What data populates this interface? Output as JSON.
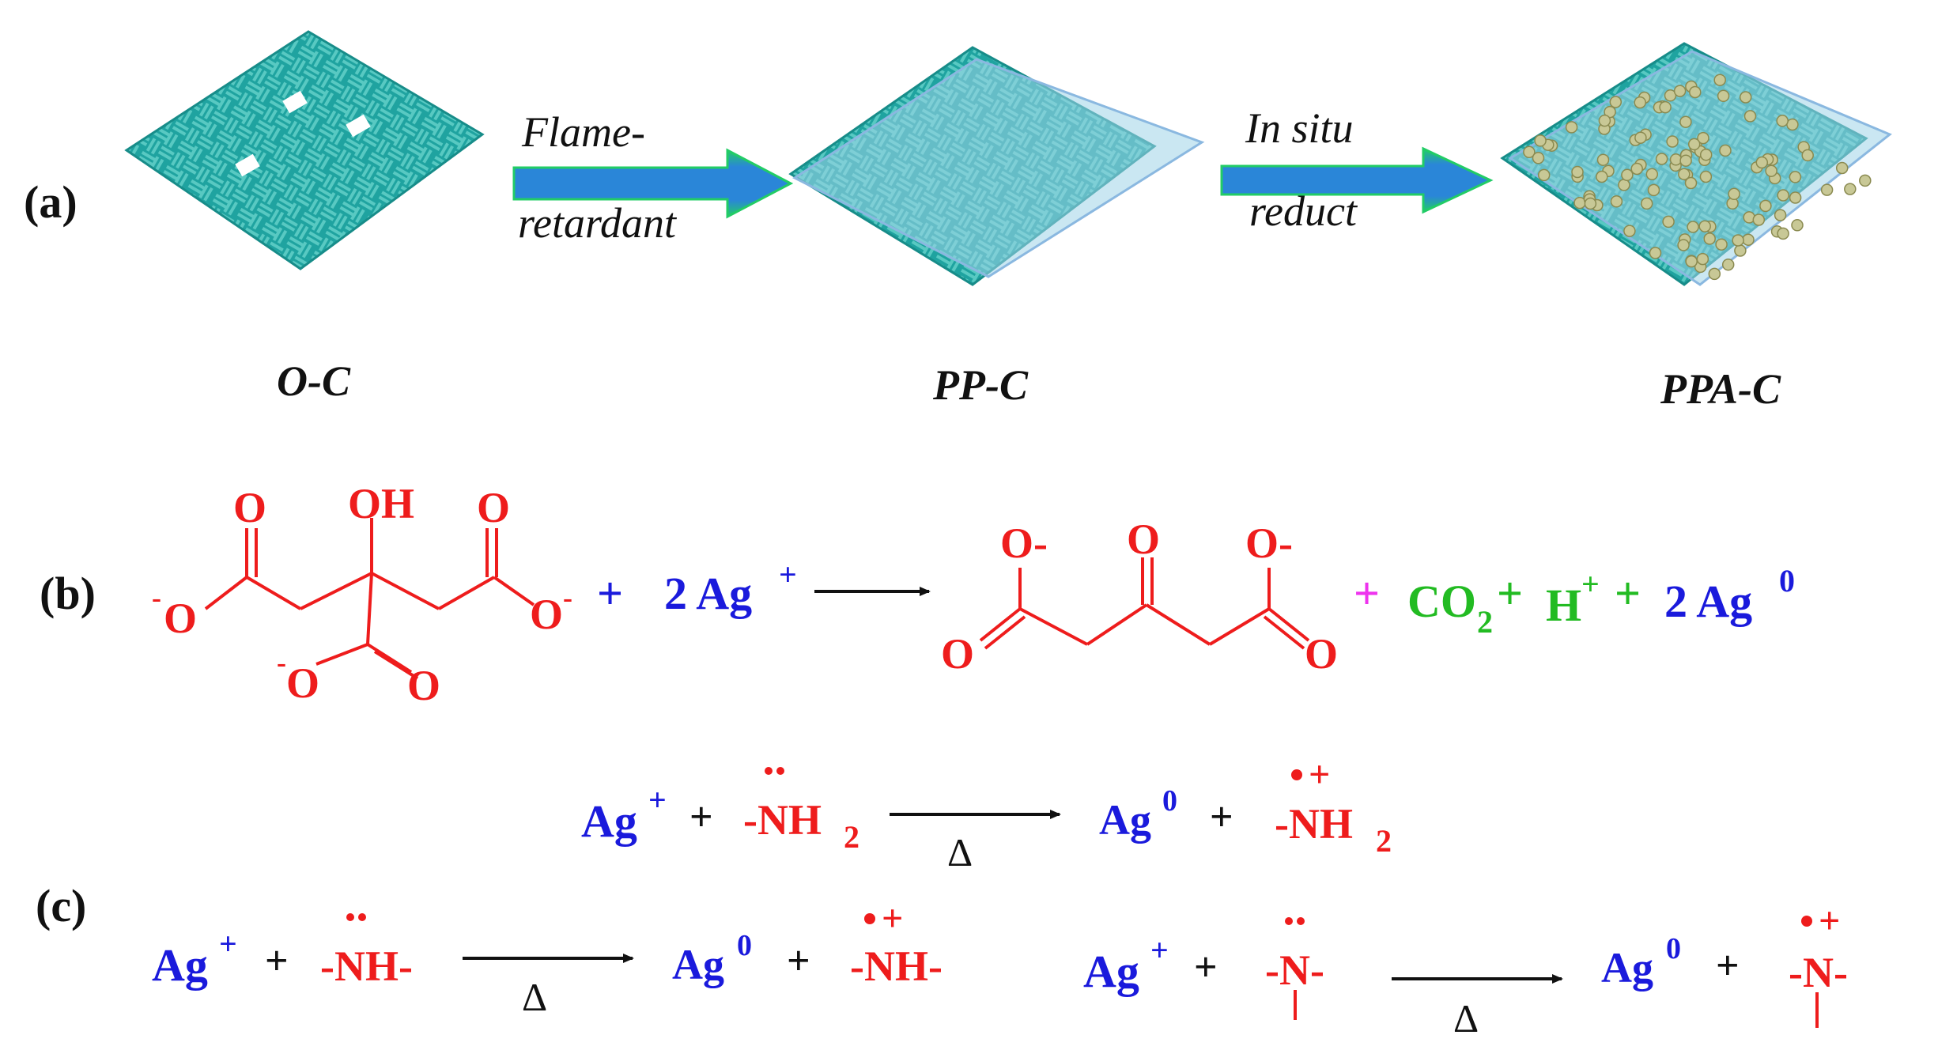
{
  "panels": {
    "a": "(a)",
    "b": "(b)",
    "c": "(c)"
  },
  "panel_a": {
    "fabrics": [
      {
        "label": "O-C"
      },
      {
        "label": "PP-C"
      },
      {
        "label": "PPA-C"
      }
    ],
    "arrows": [
      {
        "top": "Flame-",
        "bottom": "retardant"
      },
      {
        "top": "In situ",
        "bottom": "reduct"
      }
    ],
    "colors": {
      "fabric": "#1fa3a0",
      "fabric_light": "#58c9c2",
      "coating": "#9fd3e8",
      "arrow_body": "#2277cc",
      "arrow_edge": "#22cc66",
      "particle": "#c8c896"
    }
  },
  "panel_b": {
    "reactant_atoms": {
      "o_left": "O",
      "oh": "OH",
      "o_right": "O",
      "o_minus_left": "O",
      "o_minus_right": "O",
      "o_minus_bottom": "O",
      "o_bottom": "O",
      "minus": "-"
    },
    "plus1": "+",
    "silver_ion": {
      "coef": "2 Ag",
      "charge": "+"
    },
    "product_atoms": {
      "o_minus_left": "O-",
      "o_keto": "O",
      "o_minus_right": "O-",
      "o_left": "O",
      "o_right": "O"
    },
    "plus2": "+",
    "co2": {
      "base": "CO",
      "sub": "2"
    },
    "plus3": "+",
    "h_ion": {
      "base": "H",
      "charge": "+"
    },
    "plus4": "+",
    "silver": {
      "coef": "2 Ag",
      "charge": "0"
    }
  },
  "panel_c": {
    "eq1": {
      "ag": "Ag",
      "ag_charge": "+",
      "plus": "+",
      "group": "-NH",
      "sub": "2",
      "delta": "Δ",
      "ag0": "Ag",
      "ag0_charge": "0",
      "plus2": "+",
      "prod": "-NH",
      "prod_sub": "2",
      "prod_charge": "+"
    },
    "eq2": {
      "ag": "Ag",
      "ag_charge": "+",
      "plus": "+",
      "group": "-NH-",
      "delta": "Δ",
      "ag0": "Ag",
      "ag0_charge": "0",
      "plus2": "+",
      "prod": "-NH-",
      "prod_charge": "+"
    },
    "eq3": {
      "ag": "Ag",
      "ag_charge": "+",
      "plus": "+",
      "group": "-N-",
      "delta": "Δ",
      "ag0": "Ag",
      "ag0_charge": "0",
      "plus2": "+",
      "prod": "-N-",
      "prod_charge": "+"
    }
  }
}
